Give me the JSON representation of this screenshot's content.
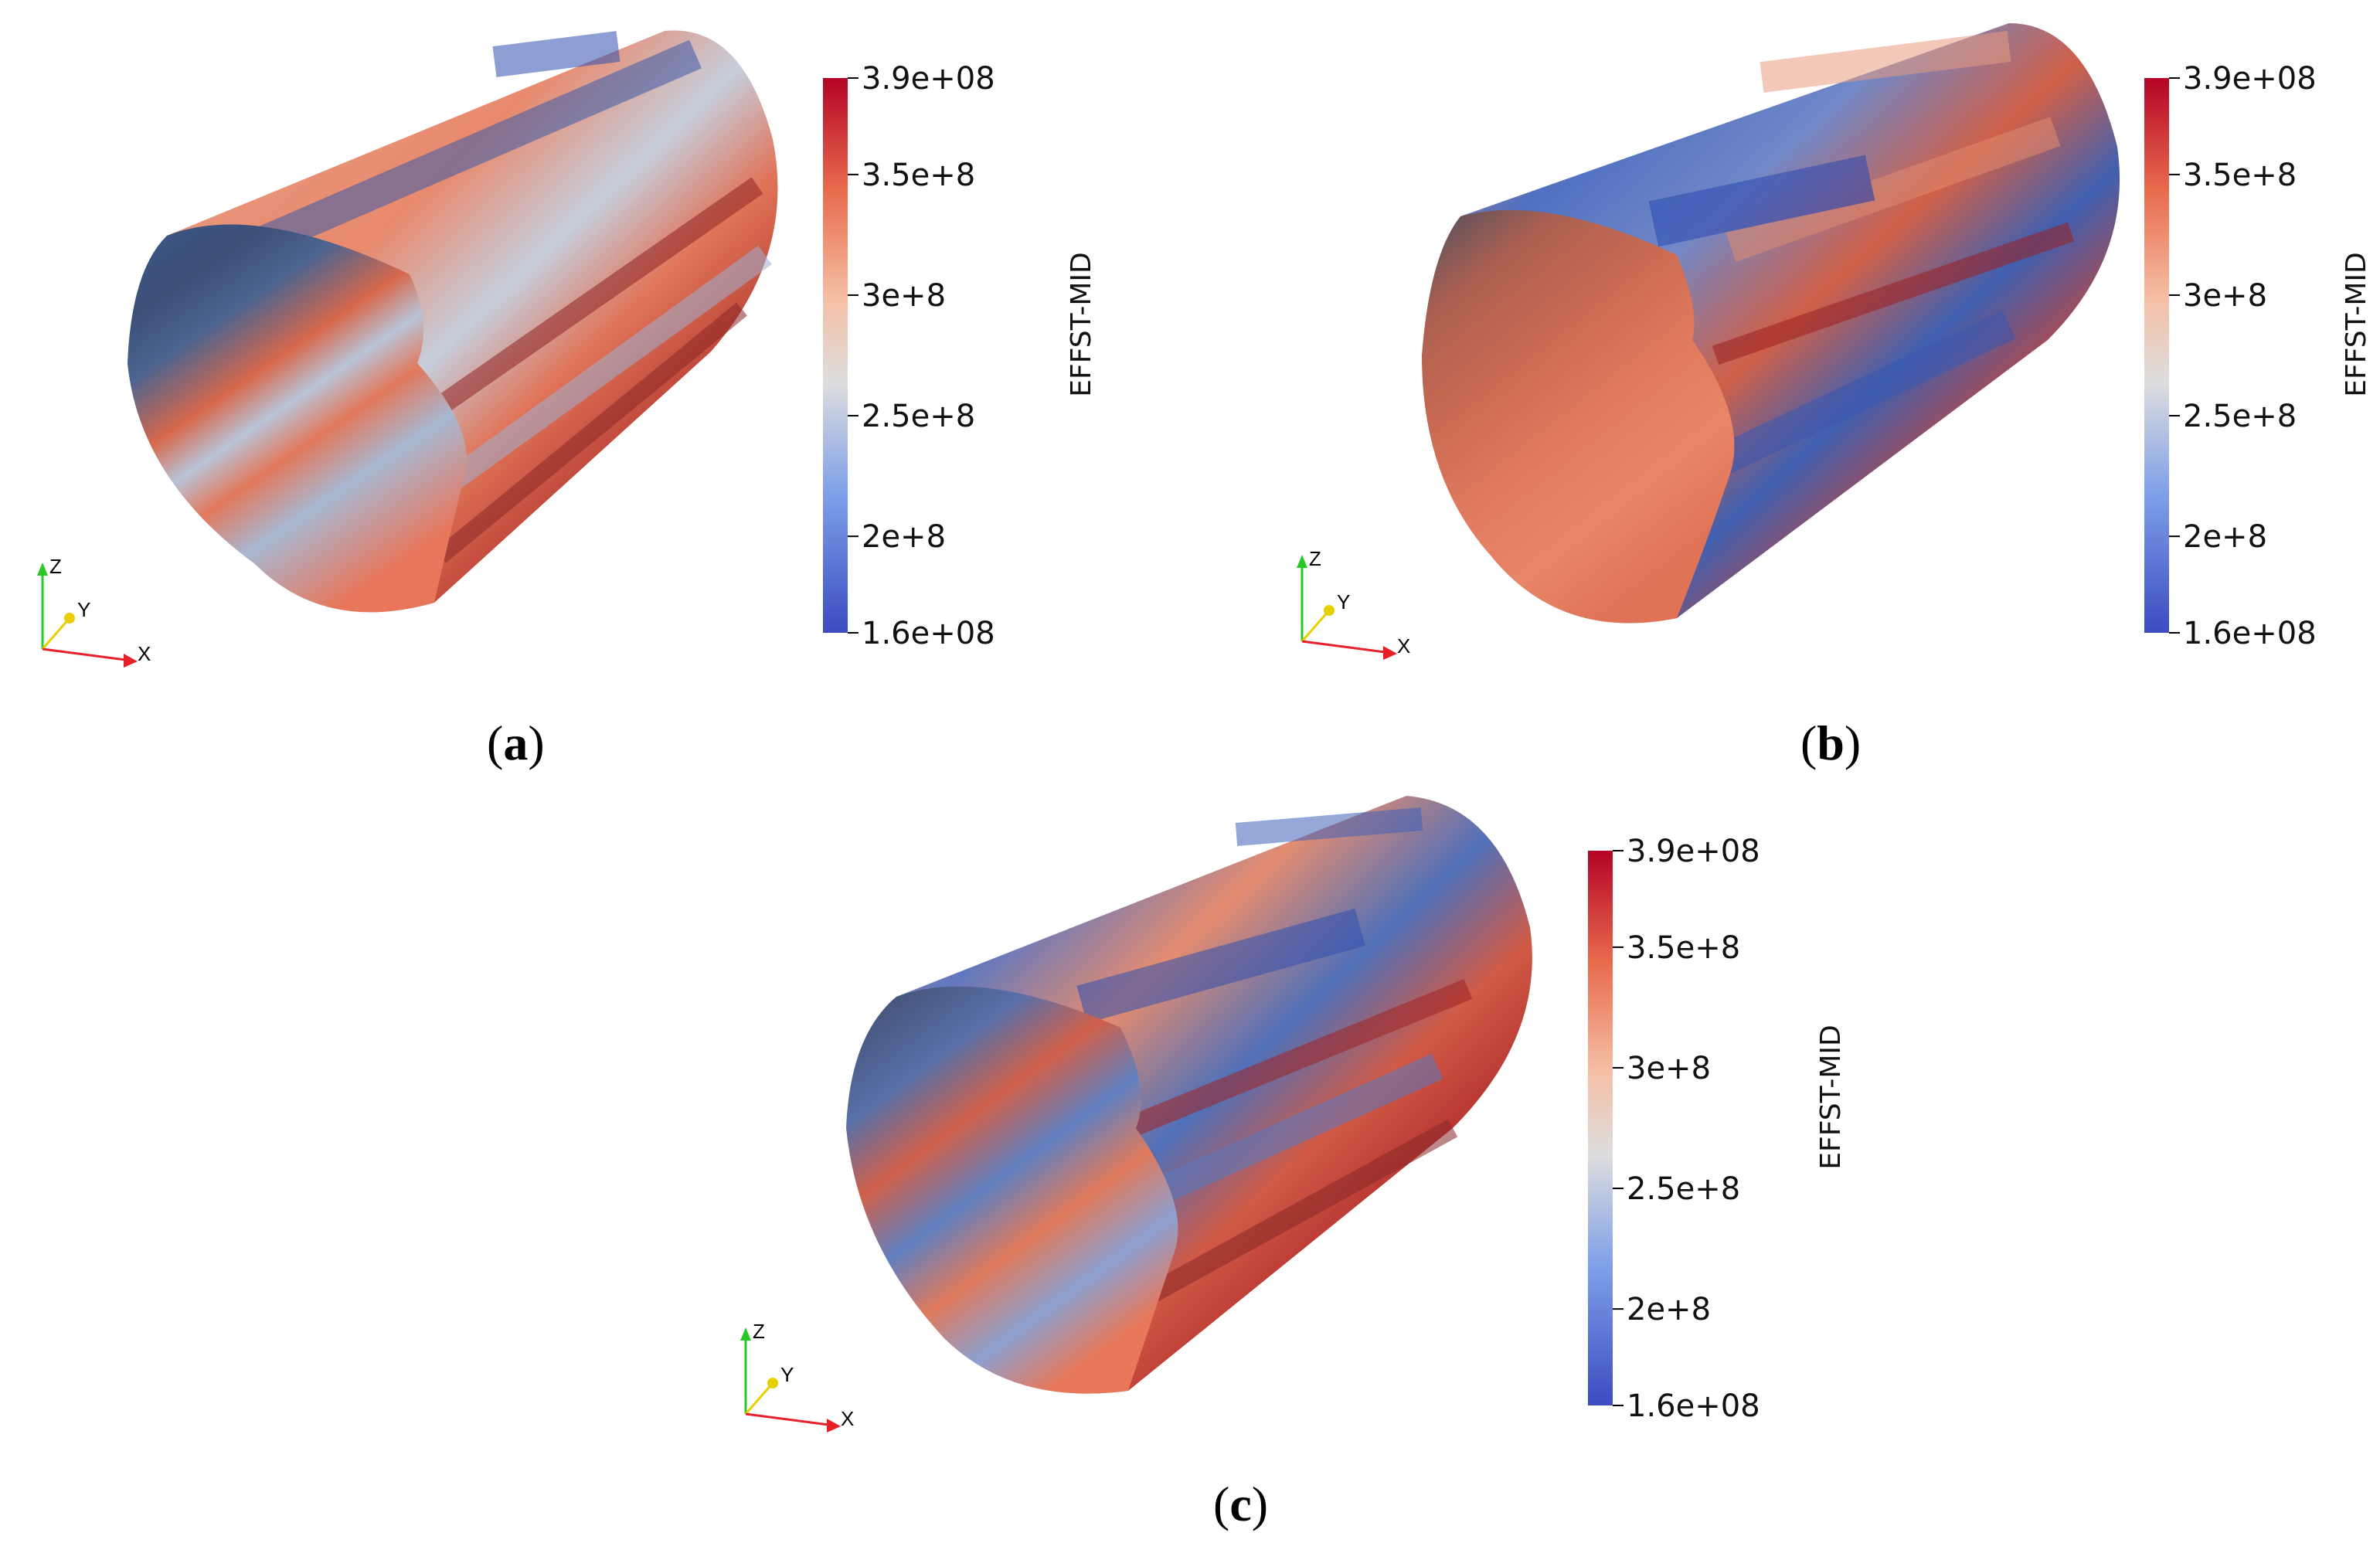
{
  "colorbar": {
    "title": "EFFST-MID",
    "ticks": [
      {
        "label": "3.9e+08",
        "value": 390000000
      },
      {
        "label": "3.5e+8",
        "value": 350000000
      },
      {
        "label": "3e+8",
        "value": 300000000
      },
      {
        "label": "2.5e+8",
        "value": 250000000
      },
      {
        "label": "2e+8",
        "value": 200000000
      },
      {
        "label": "1.6e+08",
        "value": 160000000
      }
    ],
    "range": [
      160000000,
      390000000
    ],
    "colors": {
      "low": "#3b4cc0",
      "mid": "#dddddd",
      "high": "#b40426"
    }
  },
  "axes": {
    "x": "X",
    "y": "Y",
    "z": "Z",
    "colors": {
      "x": "#e8202a",
      "y": "#e8d000",
      "z": "#28c828"
    }
  },
  "panels": [
    {
      "id": "a",
      "caption": {
        "open": "(",
        "letter": "a",
        "close": ")"
      }
    },
    {
      "id": "b",
      "caption": {
        "open": "(",
        "letter": "b",
        "close": ")"
      }
    },
    {
      "id": "c",
      "caption": {
        "open": "(",
        "letter": "c",
        "close": ")"
      }
    }
  ]
}
